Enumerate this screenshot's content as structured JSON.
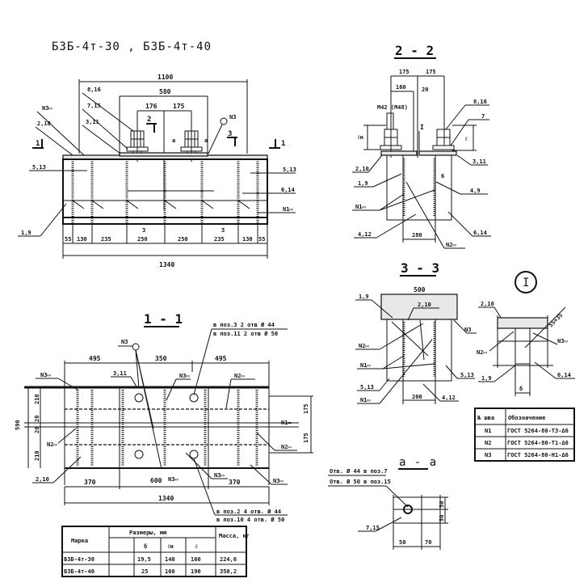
{
  "drawing": {
    "title": "БЗБ-4т-30 , БЗБ-4т-40"
  },
  "front_view": {
    "dims_top": [
      "1100",
      "580",
      "176",
      "175"
    ],
    "dims_bottom": [
      "55",
      "130",
      "235",
      "250",
      "250",
      "235",
      "130",
      "55"
    ],
    "total": "1340",
    "labels": [
      "8,16",
      "7,15",
      "3,11",
      "N3▭",
      "2,10",
      "5,13",
      "1,9",
      "5,13",
      "6,14",
      "N1▭",
      "N3"
    ],
    "section_marks": [
      "1",
      "1",
      "2",
      "3",
      "3",
      "а",
      "а"
    ]
  },
  "section_2_2": {
    "title": "2 - 2",
    "dims": [
      "175",
      "175",
      "160",
      "20",
      "280"
    ],
    "bolt": "M42 (M48)",
    "dim_heights": [
      "ℓн",
      "ℓ"
    ],
    "labels": [
      "8,16",
      "7",
      "3,11",
      "2,10",
      "1,9",
      "6",
      "4,9",
      "N1▭",
      "4,12",
      "6,14",
      "N2▭"
    ],
    "detail_ref": "I"
  },
  "section_1_1": {
    "title": "1 - 1",
    "dims_top": [
      "495",
      "350",
      "495"
    ],
    "dims_left": [
      "590",
      "210",
      "20",
      "20",
      "210"
    ],
    "dims_right": [
      "175",
      "175"
    ],
    "dims_bottom": [
      "370",
      "600",
      "370"
    ],
    "total": "1340",
    "note_top": [
      "в поз.3  2 отв Ø 44",
      "в поз.11  2 отв Ø 50"
    ],
    "note_bottom": [
      "в поз.2  4 отв. Ø 44",
      "в поз.10  4 отв. Ø 50"
    ],
    "labels": [
      "N3",
      "N3▭",
      "3,11",
      "N3▭",
      "N2▭",
      "N1▭",
      "N2▭",
      "N2▭",
      "2,10",
      "N3▭",
      "N3▭",
      "N3▭"
    ]
  },
  "section_3_3": {
    "title": "3 - 3",
    "dim_top": "500",
    "dim_bottom": "200",
    "labels": [
      "1,9",
      "2,10",
      "N3",
      "N2▭",
      "N1▭",
      "5,13",
      "5,13",
      "N1▭",
      "4,12"
    ]
  },
  "detail_I": {
    "title": "I",
    "labels": [
      "2,10",
      "55×35",
      "N2▭",
      "N3▭",
      "1,9",
      "6,14"
    ],
    "dim": "δ"
  },
  "weld_table": {
    "headers": [
      "№ шва",
      "Обозначение"
    ],
    "rows": [
      [
        "N1",
        "ГОСТ 5264-80-Т3-Δ6"
      ],
      [
        "N2",
        "ГОСТ 5264-80-Т1-Δ6"
      ],
      [
        "N3",
        "ГОСТ 5264-80-Н1-Δ6"
      ]
    ]
  },
  "section_a_a": {
    "title": "а - а",
    "notes": [
      "Отв. Ø 44 в поз.7",
      "Отв. Ø 50 в поз.15"
    ],
    "label": "7,15",
    "dims": [
      "50",
      "70",
      "50",
      "50"
    ]
  },
  "size_table": {
    "header_mark": "Марка",
    "header_sizes": "Размеры, мм",
    "header_mass": "Масса, кг",
    "sub_headers": [
      "",
      "δ",
      "ℓн",
      "ℓ"
    ],
    "rows": [
      [
        "БЗБ-4т-30",
        "",
        "19,5",
        "140",
        "160",
        "224,6"
      ],
      [
        "БЗБ-4т-40",
        "",
        "25",
        "160",
        "190",
        "350,2"
      ]
    ]
  }
}
